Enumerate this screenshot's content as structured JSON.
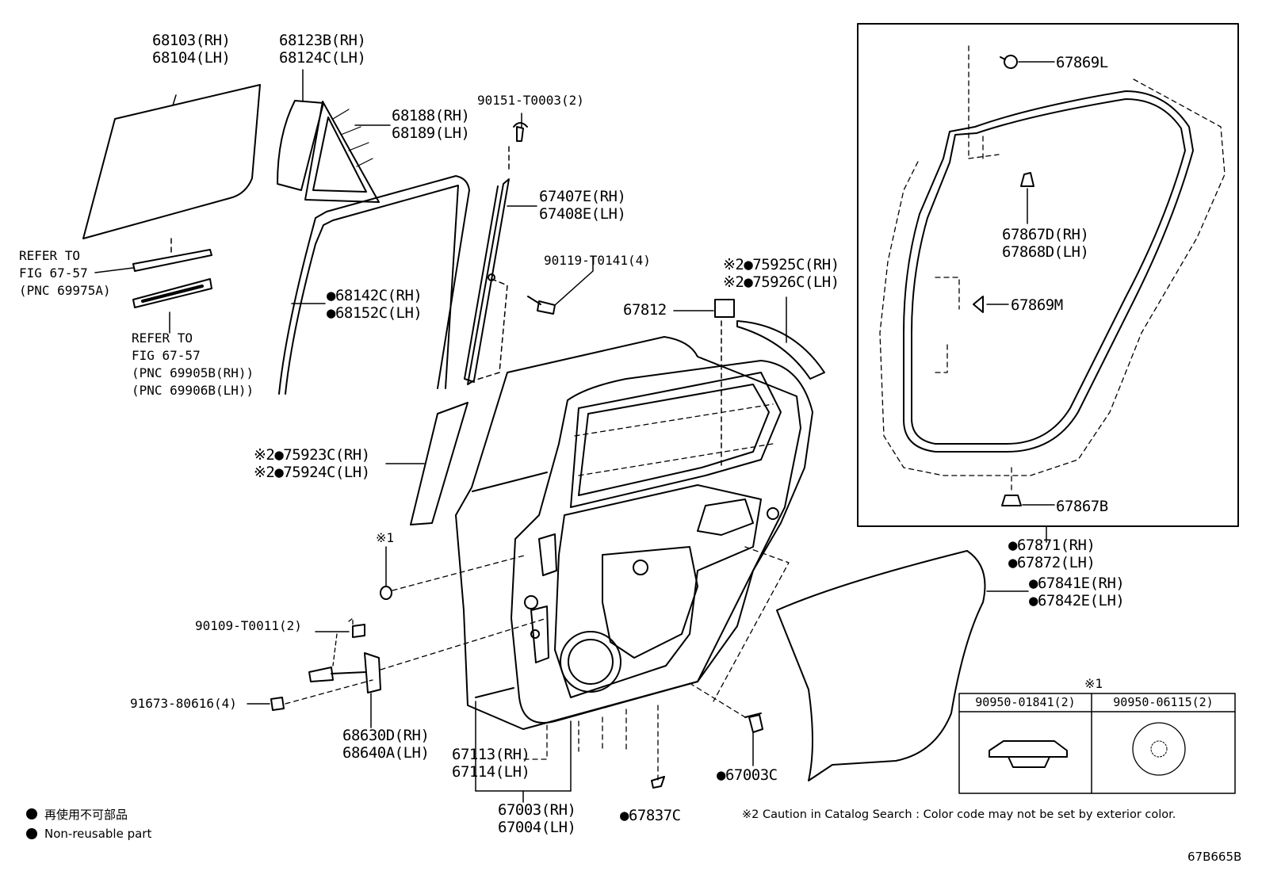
{
  "labels": {
    "glass": [
      "68103(RH)",
      "68104(LH)"
    ],
    "quarter_glass": [
      "68123B(RH)",
      "68124C(LH)"
    ],
    "quarter_weatherstrip": [
      "68188(RH)",
      "68189(LH)"
    ],
    "screw_top": "90151-T0003(2)",
    "rear_channel": [
      "67407E(RH)",
      "67408E(LH)"
    ],
    "bolt_channel": "90119-T0141(4)",
    "run_channel": [
      "●68142C(RH)",
      "●68152C(LH)"
    ],
    "refer_a": [
      "REFER TO",
      "FIG 67-57",
      "(PNC 69975A)"
    ],
    "refer_b": [
      "REFER TO",
      "FIG 67-57",
      "(PNC 69905B(RH))",
      "(PNC 69906B(LH))"
    ],
    "tape_upper": [
      "※2●75925C(RH)",
      "※2●75926C(LH)"
    ],
    "part_67812": "67812",
    "tape_front": [
      "※2●75923C(RH)",
      "※2●75924C(LH)"
    ],
    "mark1": "※1",
    "bolt_checker": "90109-T0011(2)",
    "bolt_hinge": "91673-80616(4)",
    "door_check": [
      "68630D(RH)",
      "68640A(LH)"
    ],
    "door_panel": [
      "67113(RH)",
      "67114(LH)"
    ],
    "door_assy": [
      "67003(RH)",
      "67004(LH)"
    ],
    "plug_67837c": "●67837C",
    "plug_67003c": "●67003C",
    "clip_67869l": "67869L",
    "clip_67867d": [
      "67867D(RH)",
      "67868D(LH)"
    ],
    "clip_67869m": "67869M",
    "clip_67867b": "67867B",
    "weatherstrip": [
      "●67871(RH)",
      "●67872(LH)"
    ],
    "service_hole": [
      "●67841E(RH)",
      "●67842E(LH)"
    ],
    "table": {
      "mark": "※1",
      "col1": "90950-01841(2)",
      "col2": "90950-06115(2)"
    },
    "legend_jp": "再使用不可部品",
    "legend_en": "Non-reusable part",
    "caution": "※2 Caution in Catalog Search : Color code may not be set by exterior color.",
    "figure_code": "67B665B"
  }
}
